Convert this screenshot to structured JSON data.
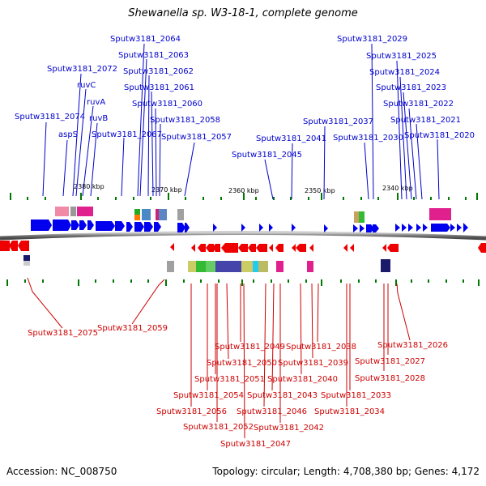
{
  "title": "Shewanella sp. W3-18-1, complete genome",
  "accession": "Accession: NC_008750",
  "topology": "Topology: circular; Length: 4,708,380 bp; Genes: 4,172",
  "colors": {
    "forward_gene": "#0000ee",
    "reverse_gene": "#ee0000",
    "backbone": "#808080",
    "tick": "#007700",
    "label_fwd": "#0000cc",
    "label_rev": "#cc0000"
  },
  "scale_labels": [
    "2380 kbp",
    "2370 kbp",
    "2360 kbp",
    "2350 kbp",
    "2340 kbp"
  ],
  "forward_labels": [
    "Sputw3181_2074",
    "aspS",
    "Sputw3181_2072",
    "ruvC",
    "ruvA",
    "ruvB",
    "Sputw3181_2067",
    "Sputw3181_2064",
    "Sputw3181_2063",
    "Sputw3181_2062",
    "Sputw3181_2061",
    "Sputw3181_2060",
    "Sputw3181_2058",
    "Sputw3181_2057",
    "Sputw3181_2045",
    "Sputw3181_2041",
    "Sputw3181_2037",
    "Sputw3181_2030",
    "Sputw3181_2029",
    "Sputw3181_2025",
    "Sputw3181_2024",
    "Sputw3181_2023",
    "Sputw3181_2022",
    "Sputw3181_2021",
    "Sputw3181_2020"
  ],
  "reverse_labels": [
    "Sputw3181_2075",
    "Sputw3181_2059",
    "Sputw3181_2049",
    "Sputw3181_2050",
    "Sputw3181_2051",
    "Sputw3181_2054",
    "Sputw3181_2056",
    "Sputw3181_2052",
    "Sputw3181_2047",
    "Sputw3181_2046",
    "Sputw3181_2043",
    "Sputw3181_2042",
    "Sputw3181_2040",
    "Sputw3181_2039",
    "Sputw3181_2038",
    "Sputw3181_2033",
    "Sputw3181_2034",
    "Sputw3181_2026",
    "Sputw3181_2027",
    "Sputw3181_2028"
  ]
}
